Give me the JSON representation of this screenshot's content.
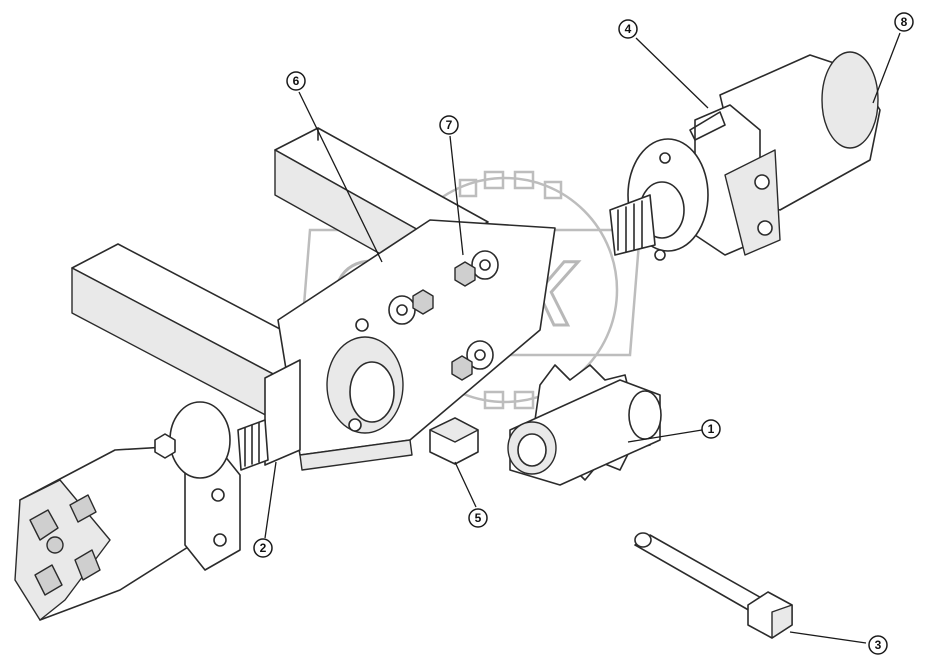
{
  "watermark": {
    "logo_text": "OPEX"
  },
  "callouts": [
    "1",
    "2",
    "3",
    "4",
    "5",
    "6",
    "7",
    "8"
  ]
}
